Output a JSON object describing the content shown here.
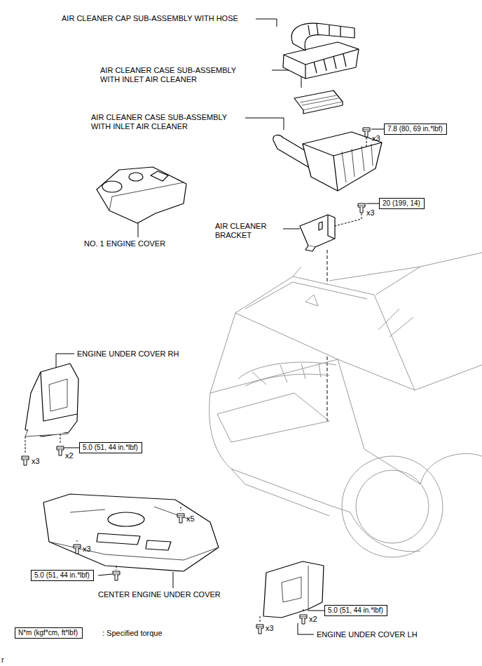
{
  "diagram": {
    "nodes": [
      {
        "text": [
          "7.8 (80, 69 in.*lbf)"
        ]
      },
      {
        "text": [
          "20 (199, 14)"
        ]
      },
      {
        "text": [
          "5.0 (51, 44 in.*lbf)"
        ]
      },
      {
        "text": [
          "5.0 (51, 44 in.*lbf)"
        ]
      },
      {
        "text": [
          "5.0 (51, 44 in.*lbf)"
        ]
      },
      {
        "text": [
          "N*m (kgf*cm, ft*lbf)"
        ]
      }
    ],
    "labels": [
      "AIR CLEANER CAP SUB-ASSEMBLY WITH HOSE",
      "AIR CLEANER CASE SUB-ASSEMBLY WITH INLET AIR CLEANER",
      "AIR CLEANER CASE SUB-ASSEMBLY WITH INLET AIR CLEANER",
      "x3",
      "x3",
      "NO. 1 ENGINE COVER",
      "AIR CLEANER BRACKET",
      "ENGINE UNDER COVER RH",
      "x3",
      "x2",
      "x5",
      "x3",
      "CENTER ENGINE UNDER COVER",
      "x2",
      "x3",
      "ENGINE UNDER COVER LH",
      ": Specified torque",
      "r"
    ]
  }
}
